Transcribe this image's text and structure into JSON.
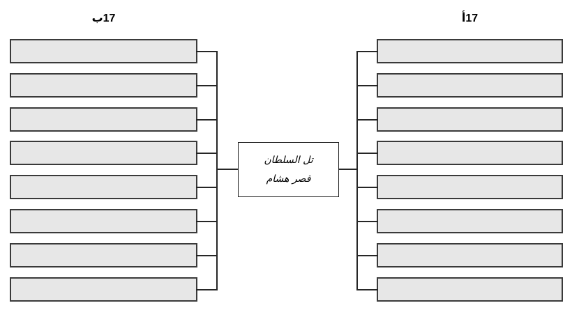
{
  "diagram": {
    "left_panel": {
      "label": "17ب",
      "box_count": 8
    },
    "right_panel": {
      "label": "17أ",
      "box_count": 8
    },
    "center_box": {
      "line1": "تل السلطان",
      "line2": "قصر هشام"
    },
    "colors": {
      "background": "#ffffff",
      "box_fill": "#e7e7e7",
      "box_border": "#3a3a3a",
      "connector": "#262626",
      "center_box_border": "#1f1f1f",
      "text": "#000000"
    }
  }
}
